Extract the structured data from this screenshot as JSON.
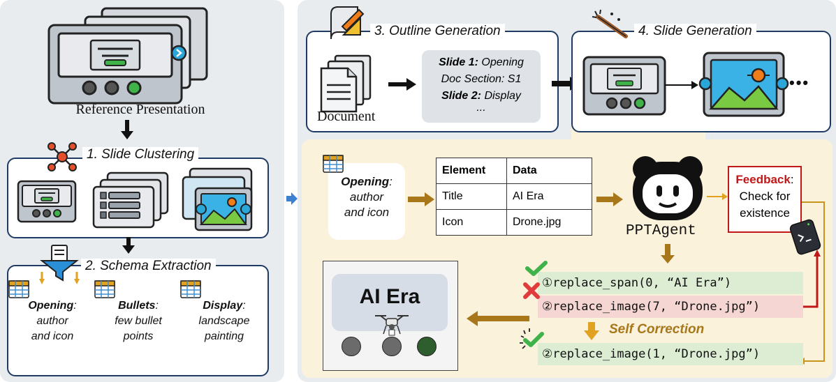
{
  "left": {
    "reference_label": "Reference Presentation",
    "clustering_title": "1. Slide Clustering",
    "schema_title": "2. Schema Extraction",
    "schemas": [
      {
        "name": "Opening",
        "desc1": "author",
        "desc2": "and icon"
      },
      {
        "name": "Bullets",
        "desc1": "few bullet",
        "desc2": "points"
      },
      {
        "name": "Display",
        "desc1": "landscape",
        "desc2": "painting"
      }
    ]
  },
  "right": {
    "outline_title": "3. Outline Generation",
    "slide_gen_title": "4. Slide Generation",
    "document_label": "Document",
    "outline": [
      {
        "bold": "Slide 1:",
        "rest": " Opening"
      },
      {
        "bold": "",
        "rest": "Doc Section: S1"
      },
      {
        "bold": "Slide 2:",
        "rest": " Display"
      },
      {
        "bold": "",
        "rest": "..."
      }
    ],
    "opening": {
      "name": "Opening",
      "colon": ":",
      "desc1": "author",
      "desc2": "and icon"
    },
    "table": {
      "headers": [
        "Element",
        "Data"
      ],
      "rows": [
        [
          "Title",
          "AI Era"
        ],
        [
          "Icon",
          "Drone.jpg"
        ]
      ]
    },
    "agent_label": "PPTAgent",
    "feedback": {
      "title": "Feedback",
      "colon": ":",
      "line1": "Check for",
      "line2": "existence"
    },
    "code": [
      {
        "num": "①",
        "text": "replace_span(0, “AI Era”)"
      },
      {
        "num": "②",
        "text": "replace_image(7, “Drone.jpg”)"
      },
      {
        "num": "②",
        "text": "replace_image(1, “Drone.jpg”)"
      }
    ],
    "self_correction": "Self Correction",
    "slide_title": "AI Era",
    "ellipsis": "•••"
  },
  "colors": {
    "border": "#1f3b63",
    "arrow_gold": "#a8771a",
    "ok_bg": "#dcedd3",
    "err_bg": "#f5d6d2",
    "feedback_red": "#c01818",
    "accent_blue": "#3f7fd0"
  }
}
